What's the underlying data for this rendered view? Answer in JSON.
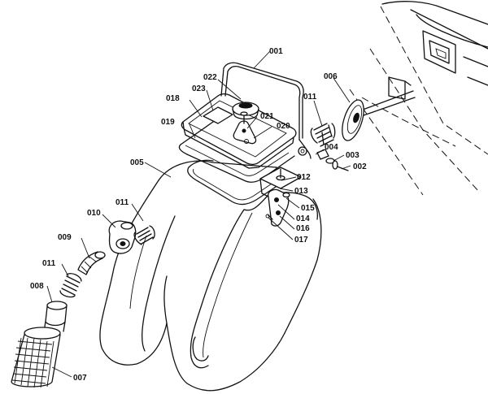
{
  "labels": {
    "p001": "001",
    "p002": "002",
    "p003": "003",
    "p004": "004",
    "p005": "005",
    "p006": "006",
    "p007": "007",
    "p008": "008",
    "p009": "009",
    "p010": "010",
    "p011a": "011",
    "p011b": "011",
    "p011c": "011",
    "p012": "012",
    "p013": "013",
    "p014": "014",
    "p015": "015",
    "p016": "016",
    "p017": "017",
    "p018": "018",
    "p019": "019",
    "p020": "020",
    "p021": "021",
    "p022": "022",
    "p023": "023"
  }
}
